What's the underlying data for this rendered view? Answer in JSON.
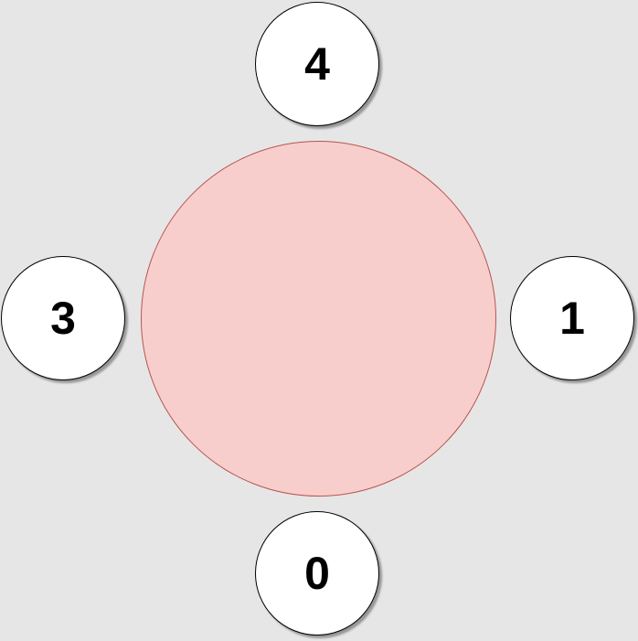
{
  "colors": {
    "background": "#e6e6e6",
    "center_fill": "#f8cecc",
    "center_stroke": "#b85450",
    "node_fill": "#ffffff",
    "node_stroke": "#000000"
  },
  "nodes": [
    {
      "position": "top",
      "label": "4"
    },
    {
      "position": "left",
      "label": "3"
    },
    {
      "position": "right",
      "label": "1"
    },
    {
      "position": "bottom",
      "label": "0"
    }
  ]
}
